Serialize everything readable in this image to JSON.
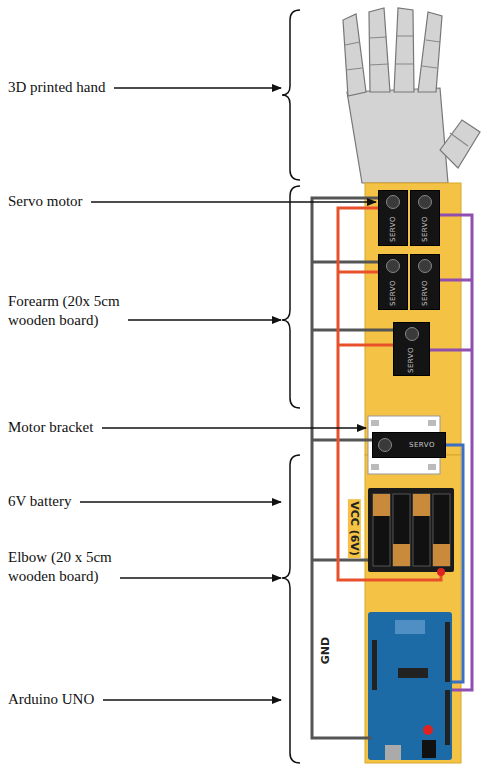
{
  "diagram": {
    "nodes": [
      {
        "text": [
          "SERVO"
        ]
      },
      {
        "text": [
          "SERVO"
        ]
      },
      {
        "text": [
          "SERVO"
        ]
      },
      {
        "text": [
          "SERVO"
        ]
      },
      {
        "text": [
          "SERVO"
        ]
      },
      {
        "text": [
          "SERVO"
        ]
      }
    ],
    "labels": [
      "3D printed hand",
      "Servo motor",
      "Forearm (20x 5cm wooden board)",
      "Motor bracket",
      "6V battery",
      "Elbow (20 x 5cm wooden board)",
      "Arduino UNO",
      "VCC (6V)",
      "GND"
    ]
  }
}
